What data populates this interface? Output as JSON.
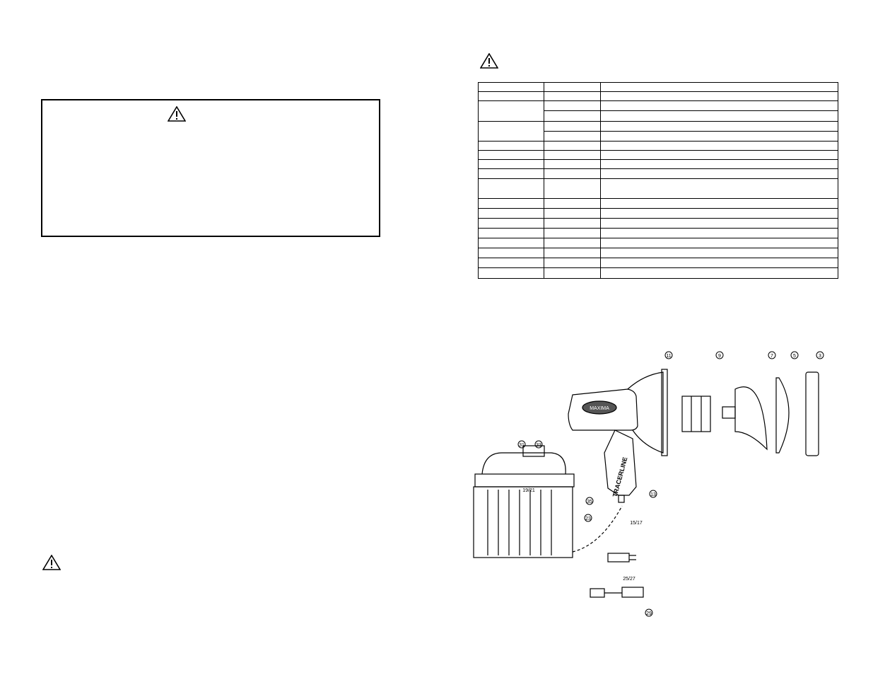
{
  "icons": {
    "warning_box": "warning-triangle-icon",
    "warning_table": "warning-triangle-icon",
    "warning_bottom": "warning-triangle-icon"
  },
  "parts_table": {
    "row_count": 19
  },
  "diagram": {
    "callouts": [
      "11",
      "9",
      "7",
      "5",
      "3",
      "31",
      "33",
      "19/21",
      "13",
      "35",
      "23",
      "15/17",
      "25/27",
      "29"
    ],
    "handle_brand": "TRACERLINE",
    "badge_text": "MAXIMA"
  }
}
